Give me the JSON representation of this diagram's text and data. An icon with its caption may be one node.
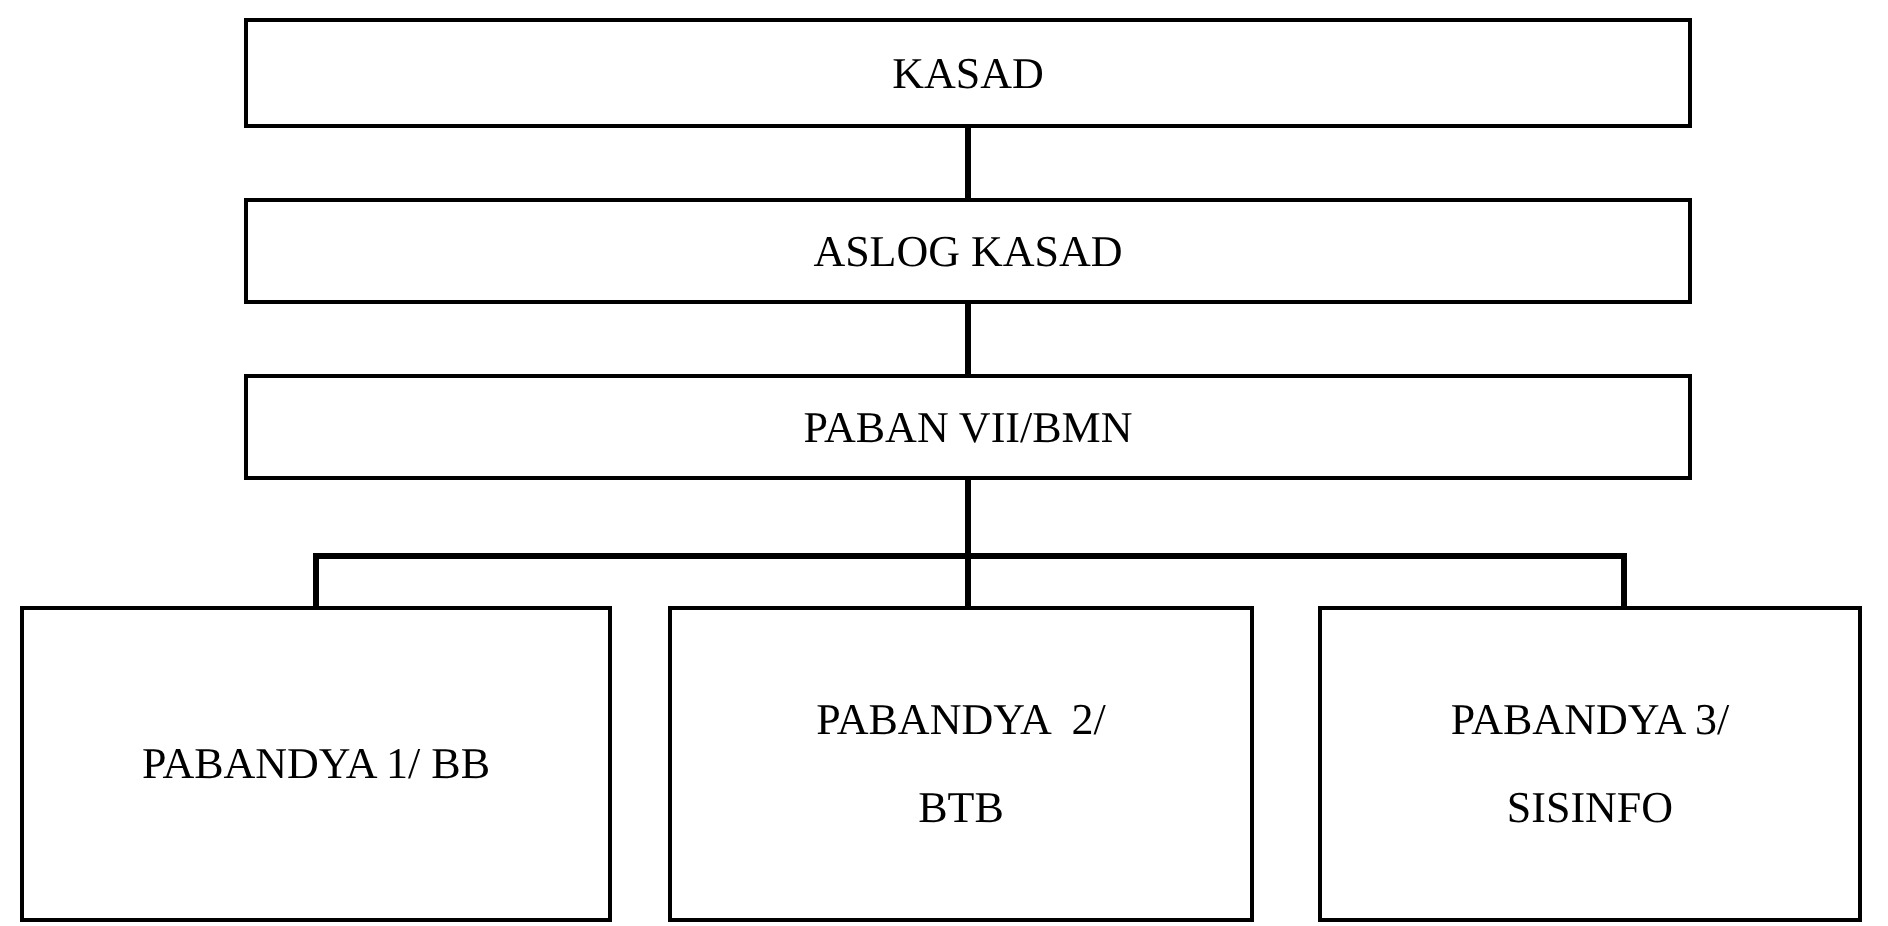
{
  "diagram": {
    "nodes": [
      {
        "text": [
          "KASAD"
        ]
      },
      {
        "text": [
          "ASLOG KASAD"
        ]
      },
      {
        "text": [
          "PABAN VII/BMN"
        ]
      },
      {
        "text": [
          "PABANDYA 1/ BB"
        ]
      },
      {
        "text": [
          "PABANDYA  2/ BTB"
        ]
      },
      {
        "text": [
          "PABANDYA 3/ SISINFO"
        ]
      }
    ],
    "edges": [
      {
        "from": 0,
        "to": 1,
        "arrow": "none"
      },
      {
        "from": 1,
        "to": 2,
        "arrow": "none"
      },
      {
        "from": 2,
        "to": 3,
        "arrow": "none"
      },
      {
        "from": 2,
        "to": 4,
        "arrow": "none"
      },
      {
        "from": 2,
        "to": 5,
        "arrow": "none"
      }
    ]
  }
}
